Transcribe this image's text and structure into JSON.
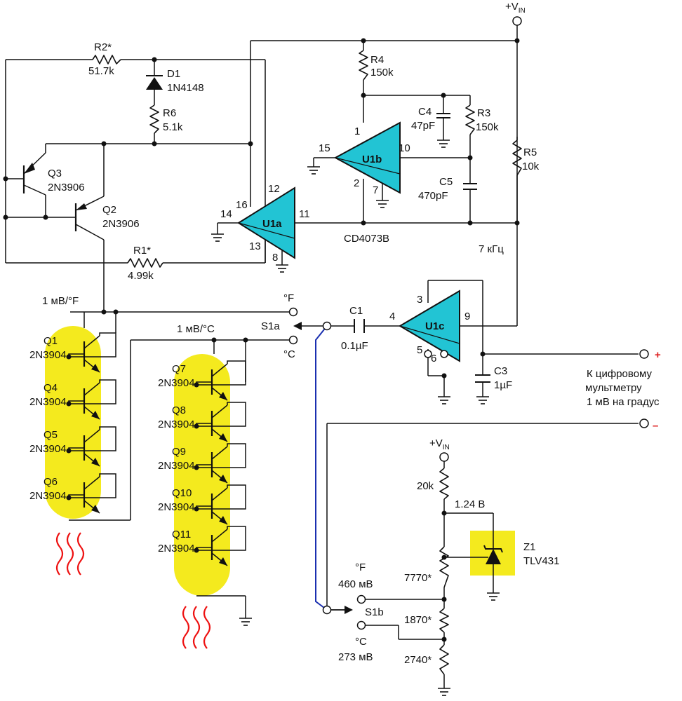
{
  "colors": {
    "opamp": "#22c4d4",
    "highlight": "#f4ea1e",
    "heat": "#e11111",
    "switch_link": "#1a2fb0",
    "plus": "#dd2222",
    "minus": "#dd2222"
  },
  "supply": {
    "vin_main": "+V",
    "vin_sub": "IN",
    "vin2": "+V",
    "vin2_sub": "IN"
  },
  "resistors": {
    "r2": "R2*",
    "r2_val": "51.7k",
    "r1": "R1*",
    "r1_val": "4.99k",
    "r6": "R6",
    "r6_val": "5.1k",
    "r4": "R4",
    "r4_val": "150k",
    "r3": "R3",
    "r3_val": "150k",
    "r5": "R5",
    "r5_val": "10k",
    "r20k": "20k",
    "r7770": "7770*",
    "r1870": "1870*",
    "r2740": "2740*"
  },
  "diodes": {
    "d1": "D1",
    "d1_part": "1N4148"
  },
  "caps": {
    "c4": "C4",
    "c4_val": "47pF",
    "c5": "C5",
    "c5_val": "470pF",
    "c1": "C1",
    "c1_val": "0.1µF",
    "c3": "C3",
    "c3_val": "1µF"
  },
  "transistors": {
    "q3": "Q3",
    "q3_part": "2N3906",
    "q2": "Q2",
    "q2_part": "2N3906",
    "left": [
      {
        "name": "Q1",
        "part": "2N3904"
      },
      {
        "name": "Q4",
        "part": "2N3904"
      },
      {
        "name": "Q5",
        "part": "2N3904"
      },
      {
        "name": "Q6",
        "part": "2N3904"
      }
    ],
    "right": [
      {
        "name": "Q7",
        "part": "2N3904"
      },
      {
        "name": "Q8",
        "part": "2N3904"
      },
      {
        "name": "Q9",
        "part": "2N3904"
      },
      {
        "name": "Q10",
        "part": "2N3904"
      },
      {
        "name": "Q11",
        "part": "2N3904"
      }
    ]
  },
  "opamps": {
    "u1a": "U1a",
    "u1b": "U1b",
    "u1c": "U1c",
    "chip": "CD4073B"
  },
  "pins": {
    "p1": "1",
    "p2": "2",
    "p7": "7",
    "p10": "10",
    "p15": "15",
    "p12": "12",
    "p16": "16",
    "p14": "14",
    "p11": "11",
    "p13": "13",
    "p8": "8",
    "p3": "3",
    "p4": "4",
    "p5": "5",
    "p6": "6",
    "p9": "9"
  },
  "labels": {
    "freq": "7 кГц",
    "sens_f": "1 мВ/°F",
    "sens_c": "1 мВ/°C",
    "s1a": "S1a",
    "s1b": "S1b",
    "deg_f": "°F",
    "deg_c": "°C",
    "v124": "1.24 В",
    "z1": "Z1",
    "z1_part": "TLV431",
    "ref_f": "460 мВ",
    "ref_c": "273 мВ",
    "out1": "К цифровому",
    "out2": "мультметру",
    "out3": "1 мВ на градус",
    "plus": "+",
    "minus": "–"
  }
}
